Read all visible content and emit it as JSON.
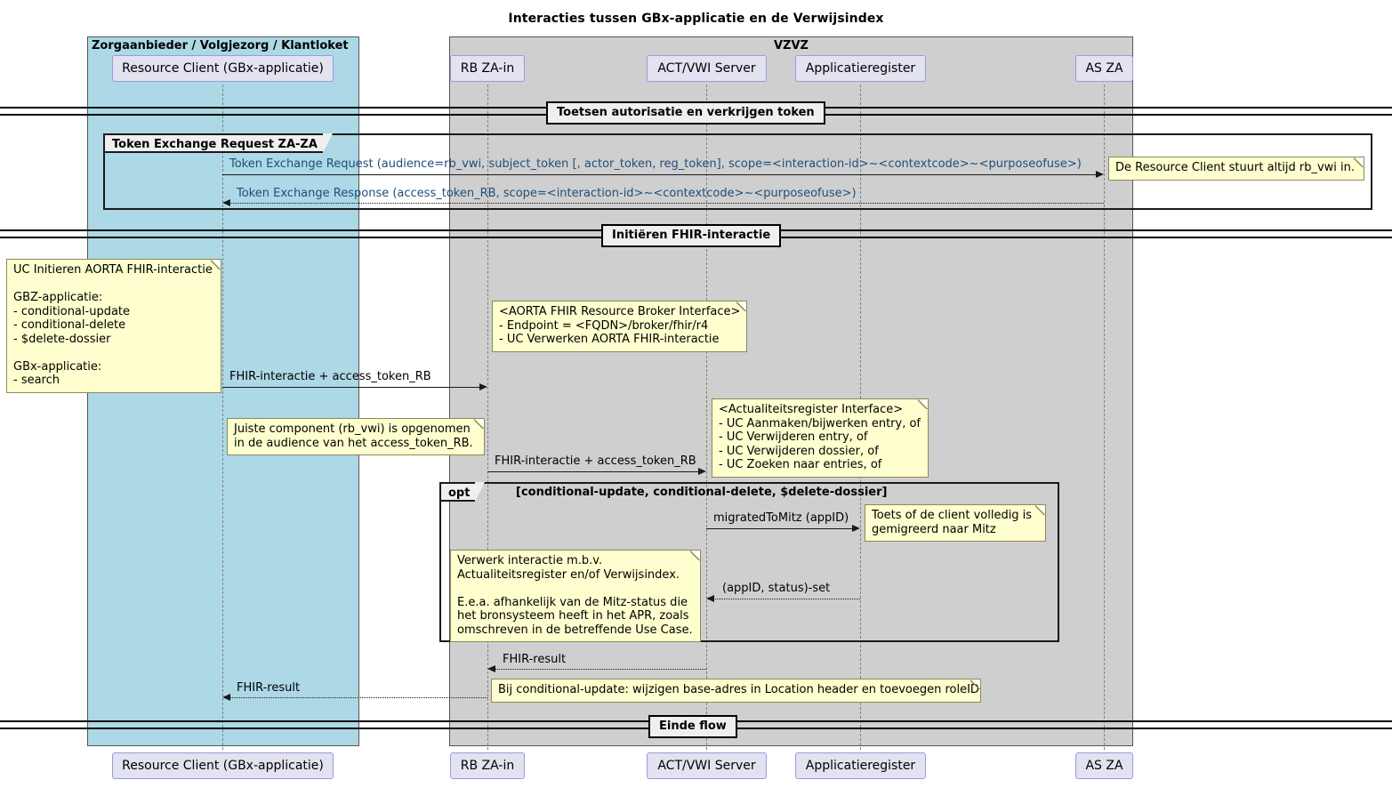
{
  "title": "Interacties tussen GBx-applicatie en de Verwijsindex",
  "boxes": [
    {
      "name": "Zorgaanbieder / Volgjezorg / Klantloket",
      "color": "#ADD8E6"
    },
    {
      "name": "VZVZ",
      "color": "#CFCFCF"
    }
  ],
  "participants": [
    {
      "id": "client",
      "label": "Resource Client (GBx-applicatie)"
    },
    {
      "id": "rb",
      "label": "RB ZA-in"
    },
    {
      "id": "act",
      "label": "ACT/VWI Server"
    },
    {
      "id": "apr",
      "label": "Applicatieregister"
    },
    {
      "id": "as",
      "label": "AS ZA"
    }
  ],
  "dividers": [
    {
      "id": "div1",
      "label": "Toetsen autorisatie en verkrijgen token"
    },
    {
      "id": "div2",
      "label": "Initiëren FHIR-interactie"
    },
    {
      "id": "div3",
      "label": "Einde flow"
    }
  ],
  "frames": [
    {
      "id": "group1",
      "keyword": "Token Exchange Request ZA-ZA",
      "condition": ""
    },
    {
      "id": "opt1",
      "keyword": "opt",
      "condition": "[conditional-update, conditional-delete, $delete-dossier]"
    }
  ],
  "messages": [
    {
      "id": "m1",
      "label": "Token Exchange Request (audience=rb_vwi, subject_token [, actor_token, reg_token], scope=<interaction-id>~<contextcode>~<purposeofuse>)",
      "style": "solid",
      "direction": "right",
      "from": "client",
      "to": "as"
    },
    {
      "id": "m2",
      "label": "Token Exchange Response (access_token_RB, scope=<interaction-id>~<contextcode>~<purposeofuse>)",
      "style": "dotted",
      "direction": "left",
      "from": "as",
      "to": "client"
    },
    {
      "id": "m3",
      "label": "FHIR-interactie + access_token_RB",
      "style": "solid",
      "direction": "right",
      "from": "client",
      "to": "rb"
    },
    {
      "id": "m4",
      "label": "FHIR-interactie + access_token_RB",
      "style": "solid",
      "direction": "right",
      "from": "rb",
      "to": "act"
    },
    {
      "id": "m5",
      "label": "migratedToMitz (appID)",
      "style": "solid",
      "direction": "right",
      "from": "act",
      "to": "apr"
    },
    {
      "id": "m6",
      "label": "(appID, status)-set",
      "style": "dotted",
      "direction": "left",
      "from": "apr",
      "to": "act"
    },
    {
      "id": "m7",
      "label": "FHIR-result",
      "style": "dotted",
      "direction": "left",
      "from": "act",
      "to": "rb"
    },
    {
      "id": "m8",
      "label": "FHIR-result",
      "style": "dotted",
      "direction": "left",
      "from": "rb",
      "to": "client"
    }
  ],
  "notes": [
    {
      "id": "n1",
      "text": "De Resource Client stuurt altijd rb_vwi in."
    },
    {
      "id": "n2",
      "text": "UC Initieren AORTA FHIR-interactie\n\nGBZ-applicatie:\n- conditional-update\n- conditional-delete\n- $delete-dossier\n\nGBx-applicatie:\n- search"
    },
    {
      "id": "n3",
      "text": "<AORTA FHIR Resource Broker Interface>\n- Endpoint = <FQDN>/broker/fhir/r4\n- UC Verwerken AORTA FHIR-interactie"
    },
    {
      "id": "n4",
      "text": "<Actualiteitsregister Interface>\n- UC Aanmaken/bijwerken entry, of\n- UC Verwijderen entry, of\n- UC Verwijderen dossier, of\n- UC Zoeken naar entries, of"
    },
    {
      "id": "n5",
      "text": "Juiste component (rb_vwi) is opgenomen\nin de audience van het access_token_RB."
    },
    {
      "id": "n6",
      "text": "Toets of de client volledig is\ngemigreerd naar Mitz"
    },
    {
      "id": "n7",
      "text": "Verwerk interactie m.b.v.\nActualiteitsregister en/of Verwijsindex.\n\nE.e.a. afhankelijk van de Mitz-status die\nhet bronsysteem heeft in het APR, zoals\nomschreven in de betreffende Use Case."
    },
    {
      "id": "n8",
      "text": "Bij conditional-update: wijzigen base-adres in Location header en toevoegen roleID"
    }
  ],
  "colors": {
    "box_left": "#ADD8E6",
    "box_right": "#CFCFCF",
    "note_bg": "#FEFECE",
    "note_border": "#8A8A5C",
    "participant_bg": "#E2E2F0",
    "participant_border": "#9A9ADF",
    "message_text": "#1F4E79",
    "line": "#1A1A1A"
  }
}
